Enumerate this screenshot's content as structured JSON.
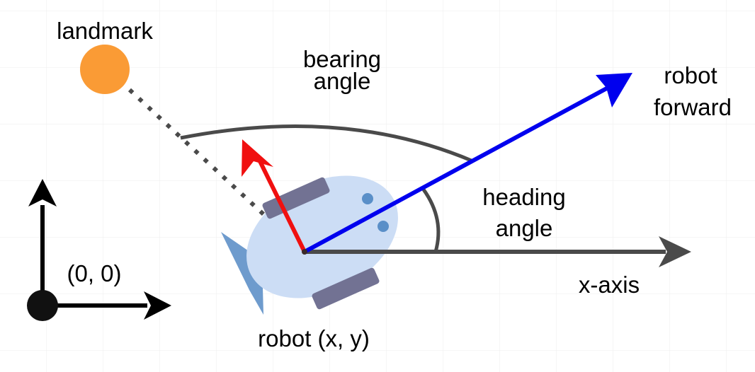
{
  "labels": {
    "landmark": "landmark",
    "bearing_line1": "bearing",
    "bearing_line2": "angle",
    "robot_forward_line1": "robot",
    "robot_forward_line2": "forward",
    "heading_line1": "heading",
    "heading_line2": "angle",
    "x_axis": "x-axis",
    "origin": "(0, 0)",
    "robot": "robot (x, y)"
  },
  "colors": {
    "landmark": "#FA9B35",
    "robot_forward_arrow": "#0000EE",
    "robot_y_arrow": "#F01010",
    "x_axis_arrow": "#4A4A4A",
    "robot_body": "#CCDDF5",
    "robot_wheels": "#727293",
    "robot_fin": "#6E9BCD",
    "angle_arcs": "#4A4A4A",
    "grid": "#EEEEEE"
  },
  "icons": {
    "landmark": "orange-circle",
    "origin": "black-dot",
    "robot": "robot-body-with-wheels"
  }
}
